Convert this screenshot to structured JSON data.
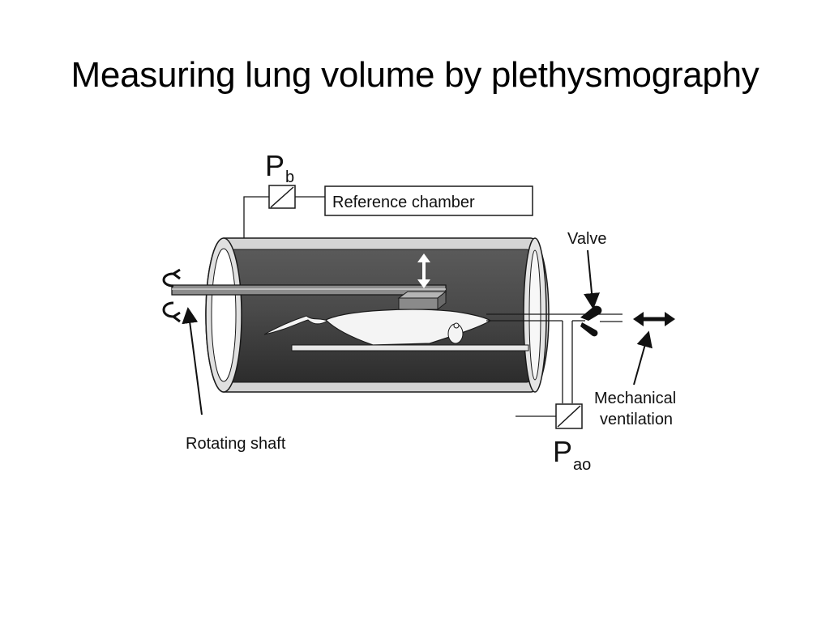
{
  "slide": {
    "title": "Measuring lung volume by plethysmography"
  },
  "diagram": {
    "labels": {
      "pb_main": "P",
      "pb_sub": "b",
      "reference_chamber": "Reference chamber",
      "valve": "Valve",
      "mechanical_ventilation_line1": "Mechanical",
      "mechanical_ventilation_line2": "ventilation",
      "rotating_shaft": "Rotating shaft",
      "pao_main": "P",
      "pao_sub": "ao"
    },
    "colors": {
      "chamber_dark": "#3c3c3c",
      "chamber_rim": "#d8d8d8",
      "stroke": "#1a1a1a",
      "animal_fill": "#f4f4f4",
      "block_fill": "#8a8a8a"
    }
  }
}
